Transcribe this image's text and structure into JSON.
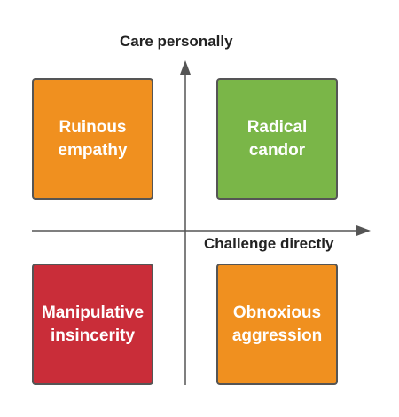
{
  "axes": {
    "y_label": "Care personally",
    "x_label": "Challenge directly"
  },
  "quadrants": {
    "top_left": {
      "lines": [
        "Ruinous",
        "empathy"
      ],
      "color": "#F0901F"
    },
    "top_right": {
      "lines": [
        "Radical",
        "candor"
      ],
      "color": "#7AB648"
    },
    "bottom_left": {
      "lines": [
        "Manipulative",
        "insincerity"
      ],
      "color": "#C92D39"
    },
    "bottom_right": {
      "lines": [
        "Obnoxious",
        "aggression"
      ],
      "color": "#F0901F"
    }
  },
  "colors": {
    "axis": "#555555",
    "border": "#555555"
  }
}
